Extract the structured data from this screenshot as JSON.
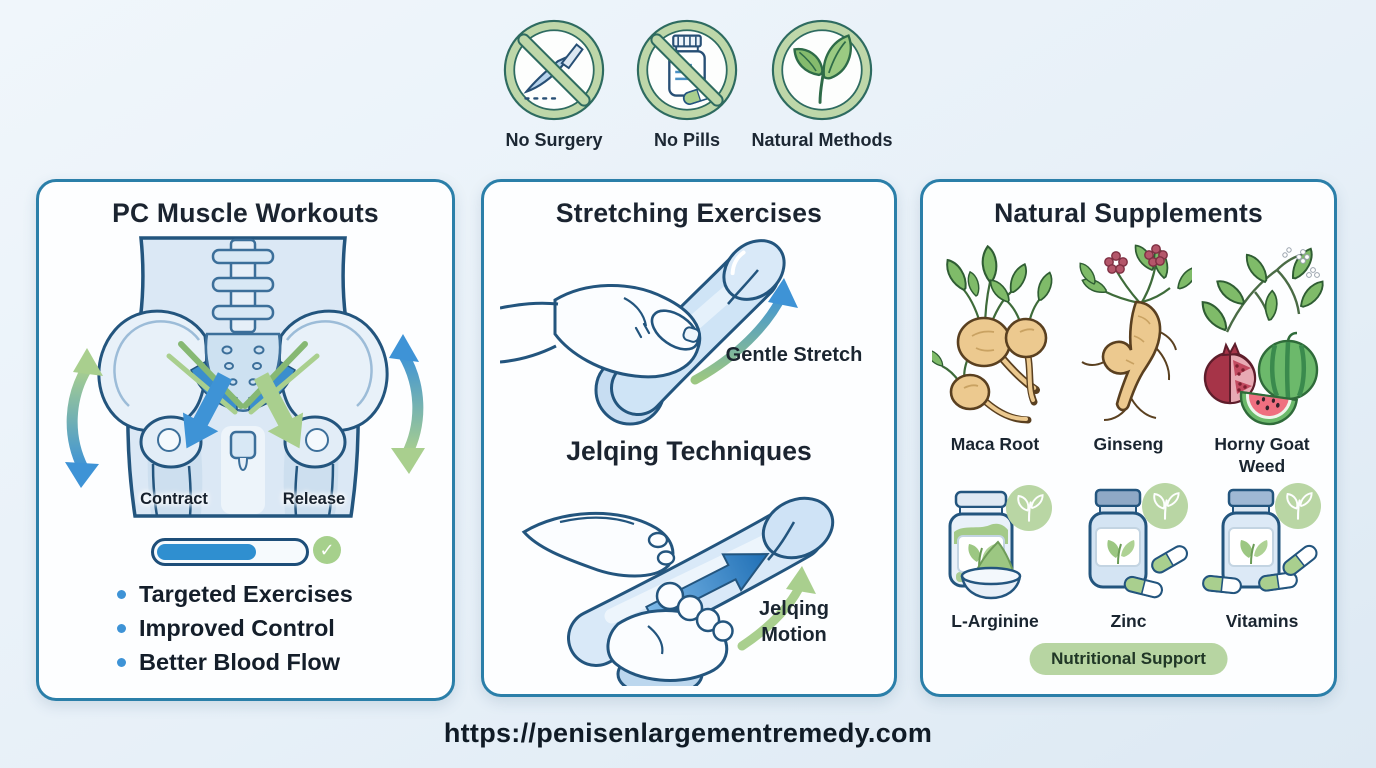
{
  "badges": [
    {
      "label": "No Surgery"
    },
    {
      "label": "No Pills"
    },
    {
      "label": "Natural Methods"
    }
  ],
  "panel_pc": {
    "title": "PC Muscle Workouts",
    "contract_label": "Contract",
    "release_label": "Release",
    "progress_percent": 68,
    "bullets": [
      "Targeted Exercises",
      "Improved Control",
      "Better Blood Flow"
    ]
  },
  "panel_stretch": {
    "title": "Stretching Exercises",
    "stretch_annotation": "Gentle Stretch",
    "subtitle": "Jelqing Techniques",
    "motion_annotation": "Jelqing Motion"
  },
  "panel_supplements": {
    "title": "Natural Supplements",
    "herbs": [
      {
        "name": "Maca Root"
      },
      {
        "name": "Ginseng"
      },
      {
        "name": "Horny Goat Weed"
      }
    ],
    "products": [
      {
        "name": "L-Arginine"
      },
      {
        "name": "Zinc"
      },
      {
        "name": "Vitamins"
      }
    ],
    "badge": "Nutritional Support"
  },
  "footer": {
    "url": "https://penisenlargementremedy.com"
  },
  "icons": {
    "check": "✓"
  },
  "colors": {
    "background": "#e8f1f8",
    "panel_border": "#2b7fa9",
    "outline_navy": "#1d4e79",
    "accent_blue": "#3e93d6",
    "accent_green": "#a9cf8e",
    "progress_blue": "#2f8fd0",
    "badge_green": "#b7d5a2"
  }
}
